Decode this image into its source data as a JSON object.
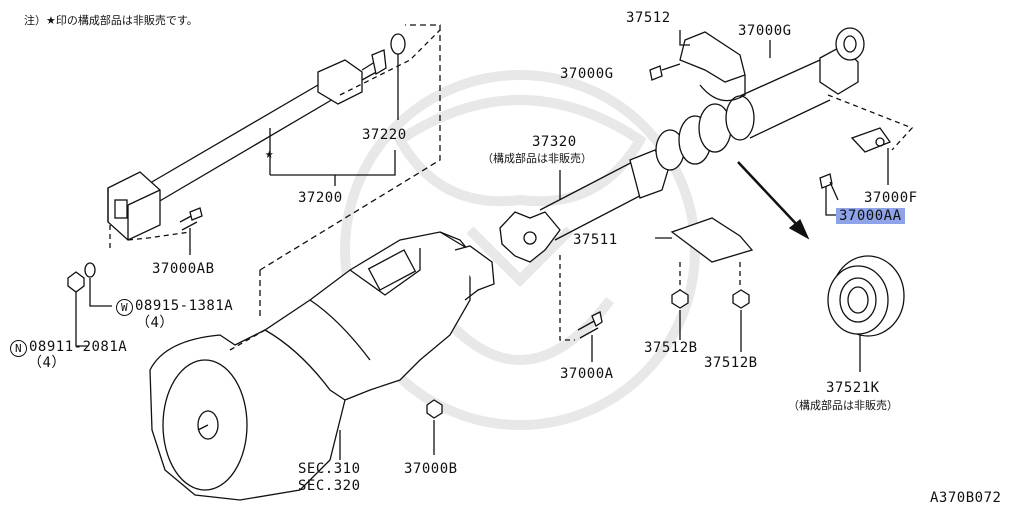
{
  "note": "注）★印の構成部品は非販売です。",
  "star": "★",
  "parts": {
    "p37512": "37512",
    "p37000G_top": "37000G",
    "p37000G_left": "37000G",
    "p37220": "37220",
    "p37320": "37320",
    "p37320_sub": "（構成部品は非販売）",
    "p37200": "37200",
    "p37000F": "37000F",
    "p37000AA": "37000AA",
    "p37000AB": "37000AB",
    "p37511": "37511",
    "w_code": "W",
    "w_part": "08915-1381A",
    "w_qty": "（4）",
    "n_code": "N",
    "n_part": "08911-2081A",
    "n_qty": "（4）",
    "p37512B_left": "37512B",
    "p37512B_right": "37512B",
    "p37000A": "37000A",
    "p37521K": "37521K",
    "p37521K_sub": "（構成部品は非販売）",
    "sec310": "SEC.310",
    "sec320": "SEC.320",
    "p37000B": "37000B"
  },
  "diagram_id": "A370B072",
  "colors": {
    "highlight": "#8fa4e8",
    "line": "#111111",
    "watermark": "#e6e6e6"
  }
}
